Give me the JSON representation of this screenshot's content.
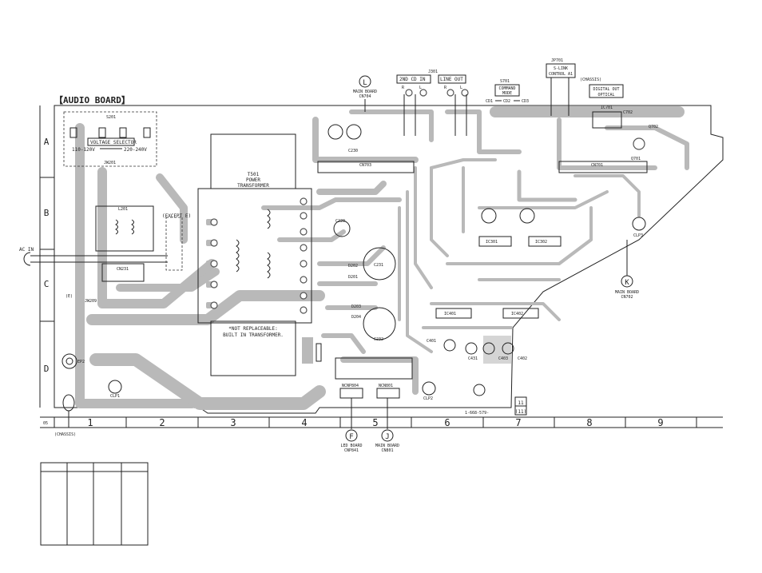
{
  "board": {
    "title": "【AUDIO BOARD】",
    "part_number": "1-668-579-",
    "page_box": [
      "11",
      "(11)"
    ]
  },
  "grid": {
    "cols": [
      "1",
      "2",
      "3",
      "4",
      "5",
      "6",
      "7",
      "8",
      "9"
    ],
    "rows": [
      "A",
      "B",
      "C",
      "D"
    ],
    "corner": "05"
  },
  "connectors": {
    "L": {
      "letter": "L",
      "line1": "MAIN BOARD",
      "line2": "CN704"
    },
    "K": {
      "letter": "K",
      "line1": "MAIN BOARD",
      "line2": "CN702"
    },
    "F": {
      "letter": "F",
      "line1": "LED BOARD",
      "line2": "CNP841"
    },
    "J": {
      "letter": "J",
      "line1": "MAIN BOARD",
      "line2": "CN801"
    }
  },
  "jacks": {
    "j301": "J301",
    "cd_in": "2ND CD IN",
    "line_out": "LINE OUT",
    "rl_1": [
      "R",
      "L"
    ],
    "rl_2": [
      "R",
      "L"
    ],
    "jp701": "JP701",
    "slink": [
      "S-LINK",
      "CONTROL A1"
    ],
    "chassis_top": "(CHASSIS)",
    "digital_out": [
      "DIGITAL OUT",
      "OPTICAL"
    ],
    "ic701": "IC701"
  },
  "mode": {
    "s701": "S701",
    "label": [
      "COMMAND",
      "MODE"
    ],
    "cd_seq": [
      "CD1",
      "CD2",
      "CD3"
    ]
  },
  "power": {
    "s201": "S201",
    "voltage_selector": "VOLTAGE SELECTOR",
    "v_low": "110-120V",
    "v_high": "220-240V",
    "ac_in": "AC IN",
    "t501": [
      "T501",
      "POWER",
      "TRANSFORMER"
    ],
    "not_replaceable": [
      "*NOT REPLACEABLE:",
      "BUILT IN TRANSFORMER."
    ],
    "except_e": "(EXCEPT E)",
    "e_mark": "(E)",
    "chassis_bottom": "(CHASSIS)",
    "cn703": "CN703",
    "cn701": "CN701",
    "l201": "L201",
    "cn231": "CN231",
    "jw201": "JW201",
    "jw209": "JW209"
  },
  "parts": {
    "c220": "C220",
    "c230": "C230",
    "c231": "C231",
    "c232": "C232",
    "d201": "D201",
    "d202": "D202",
    "d203": "D203",
    "d204": "D204",
    "ic301": "IC301",
    "ic302": "IC302",
    "ic401": "IC401",
    "ic402": "IC402",
    "c401": "C401",
    "c431": "C431",
    "c403": "C403",
    "c402": "C402",
    "q701": "Q701",
    "q702": "Q702",
    "c702": "C702",
    "cnp804": "NCNP804",
    "cn801": "NCN801",
    "ep2": "EP2",
    "clp1": "CLP1",
    "clp2": "CLP2",
    "clp3": "CLP3"
  },
  "legend_table": {
    "headers": [
      "",
      "",
      "",
      ""
    ],
    "rows": []
  }
}
